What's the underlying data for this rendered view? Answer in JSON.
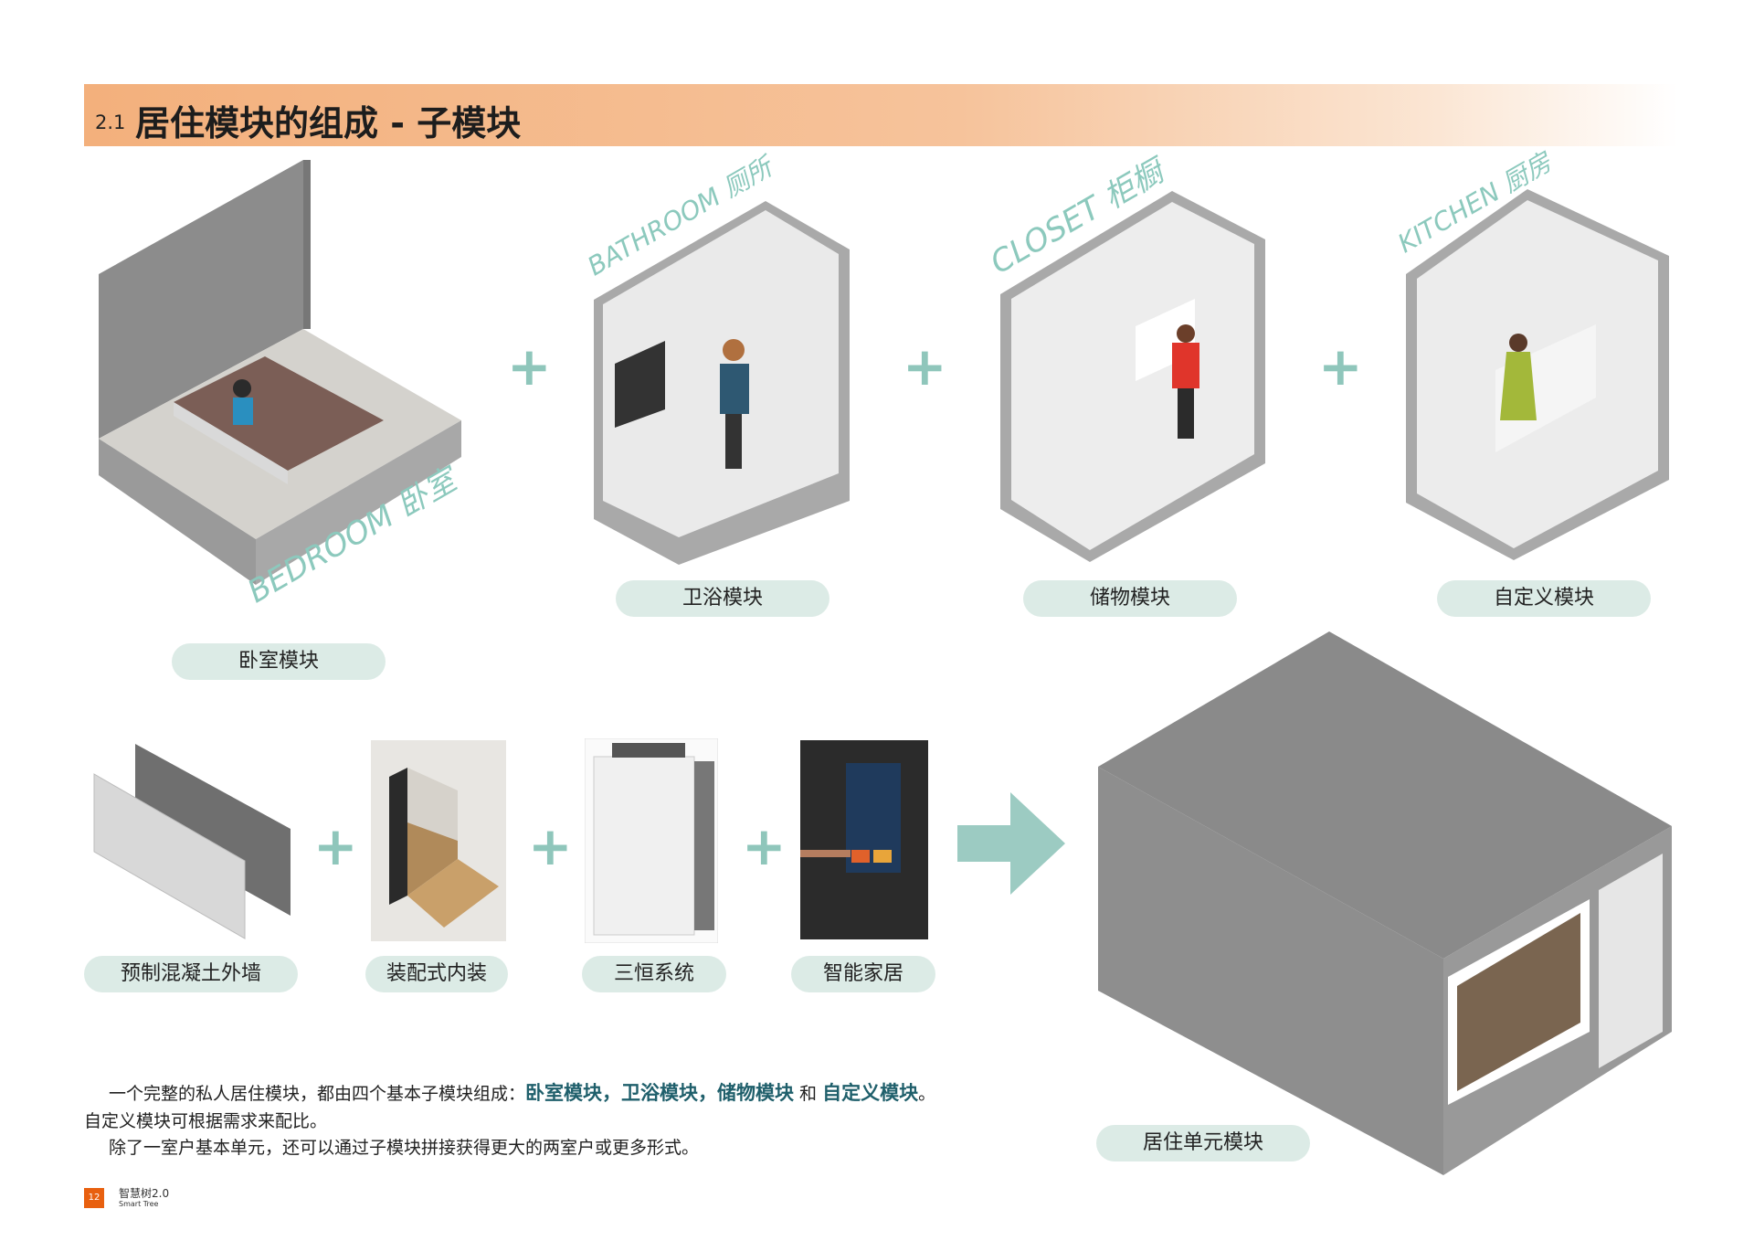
{
  "header": {
    "section_number": "2.1",
    "title": "居住模块的组成 - 子模块"
  },
  "modules": [
    {
      "room_label": "BEDROOM 卧室",
      "pill": "卧室模块"
    },
    {
      "room_label": "BATHROOM 厕所",
      "pill": "卫浴模块"
    },
    {
      "room_label": "CLOSET 柜橱",
      "pill": "储物模块"
    },
    {
      "room_label": "KITCHEN 厨房",
      "pill": "自定义模块"
    }
  ],
  "components": [
    {
      "pill": "预制混凝土外墙"
    },
    {
      "pill": "装配式内装"
    },
    {
      "pill": "三恒系统"
    },
    {
      "pill": "智能家居"
    }
  ],
  "result": {
    "pill": "居住单元模块"
  },
  "plus_symbol": "+",
  "description": {
    "line1_prefix": "一个完整的私人居住模块，都由四个基本子模块组成：",
    "line1_hl1": "卧室模块，卫浴模块，储物模块",
    "line1_and": " 和 ",
    "line1_hl2": "自定义模块",
    "line1_end": "。",
    "line2": "自定义模块可根据需求来配比。",
    "line3": "除了一室户基本单元，还可以通过子模块拼接获得更大的两室户或更多形式。"
  },
  "footer": {
    "page": "12",
    "brand": "智慧树2.0",
    "brand_en": "Smart Tree"
  },
  "colors": {
    "accent": "#f3b07c",
    "teal": "#1f5f6b",
    "pill": "#dcebe6",
    "plus": "#8fc6bb"
  }
}
